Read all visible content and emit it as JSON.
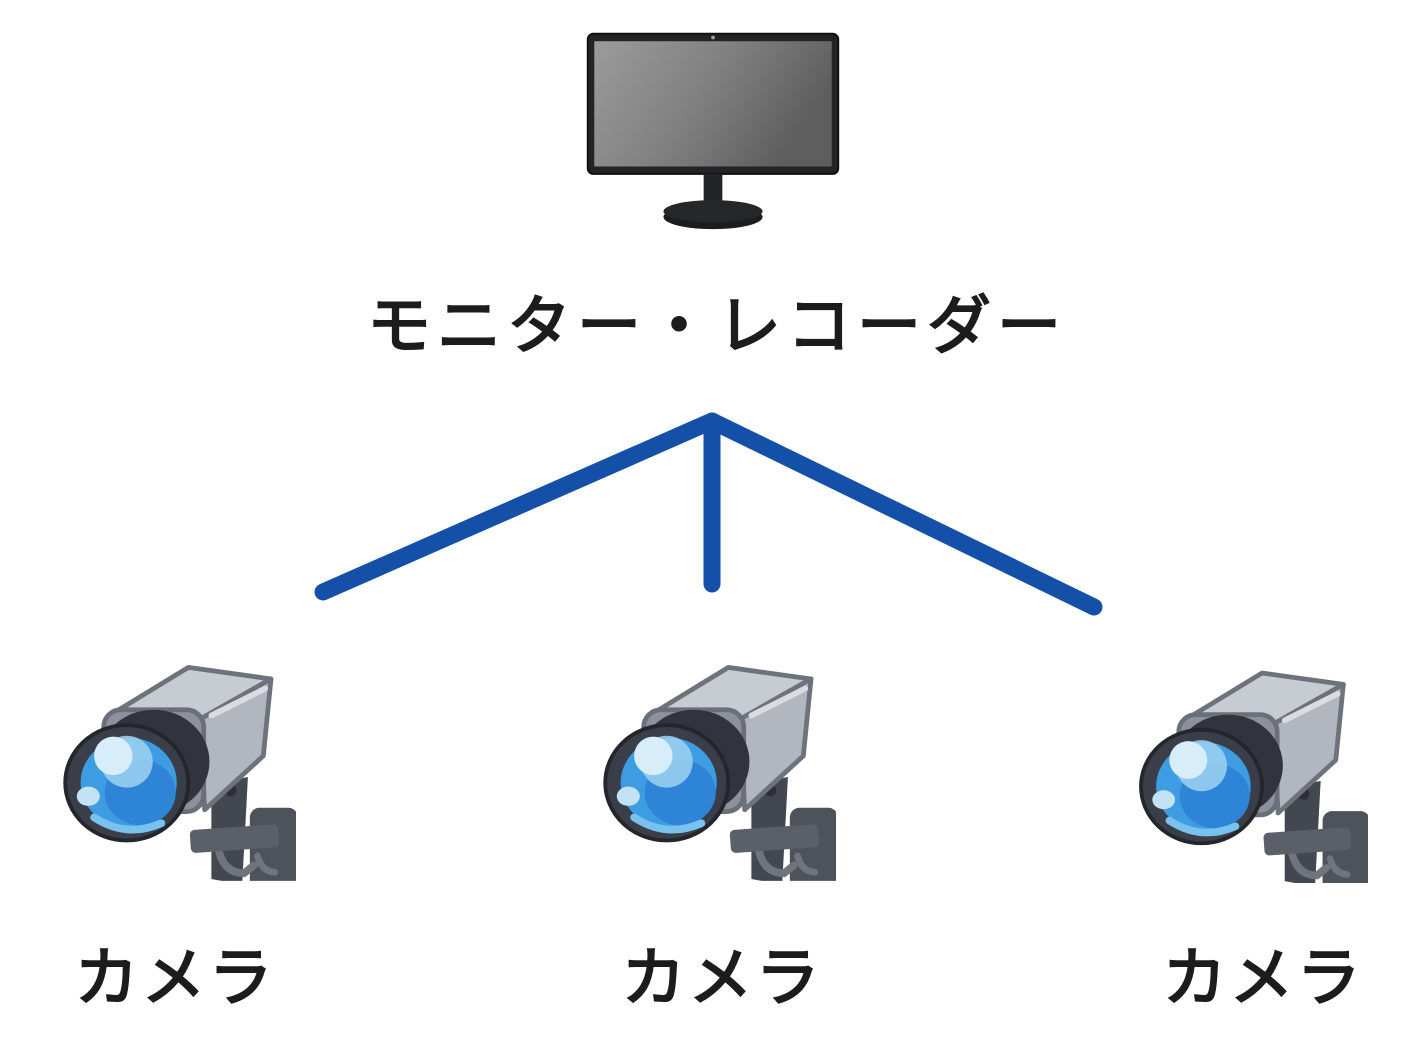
{
  "colors": {
    "background": "#FFFFFF",
    "connector": "#1450A8",
    "text": "#1C1C1C",
    "camera_lens_blue": "#3E9DE2",
    "camera_body_gray": "#C7CBD2",
    "camera_bracket_gray": "#4E525A",
    "monitor_bezel": "#222325",
    "monitor_screen_gray": "#7D7D7D"
  },
  "monitor": {
    "icon": "desktop-monitor-icon",
    "label": "モニター・レコーダー"
  },
  "cameras": [
    {
      "icon": "security-camera-icon",
      "label": "カメラ"
    },
    {
      "icon": "security-camera-icon",
      "label": "カメラ"
    },
    {
      "icon": "security-camera-icon",
      "label": "カメラ"
    }
  ]
}
